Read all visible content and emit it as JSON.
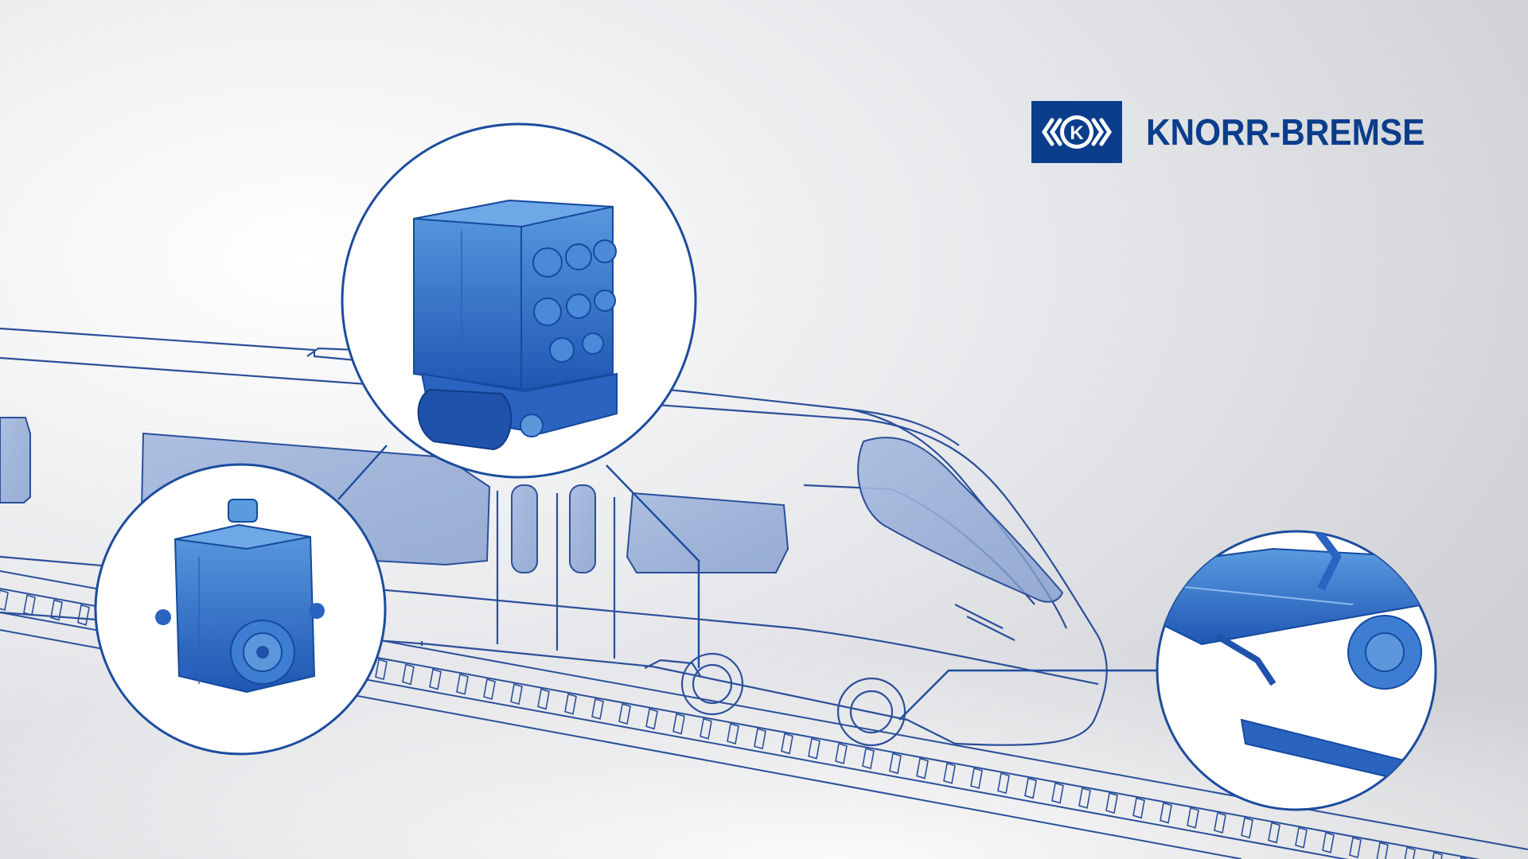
{
  "brand": {
    "name": "KNORR-BREMSE",
    "logo_letter": "K",
    "logo_background": "#0a3d8c",
    "text_color": "#0a3d8c"
  },
  "colors": {
    "background": "#e9eaec",
    "line_art": "#2a4f9a",
    "component_fill": "#3f7fd0",
    "glass_tint": "#8aa6d4",
    "callout_border": "#1c4c9e"
  },
  "callouts": [
    {
      "id": "brake-control-unit",
      "icon": "brake-control-unit-illustration"
    },
    {
      "id": "brake-valve",
      "icon": "brake-valve-illustration"
    },
    {
      "id": "bogie-brake",
      "icon": "bogie-disc-brake-illustration"
    }
  ]
}
